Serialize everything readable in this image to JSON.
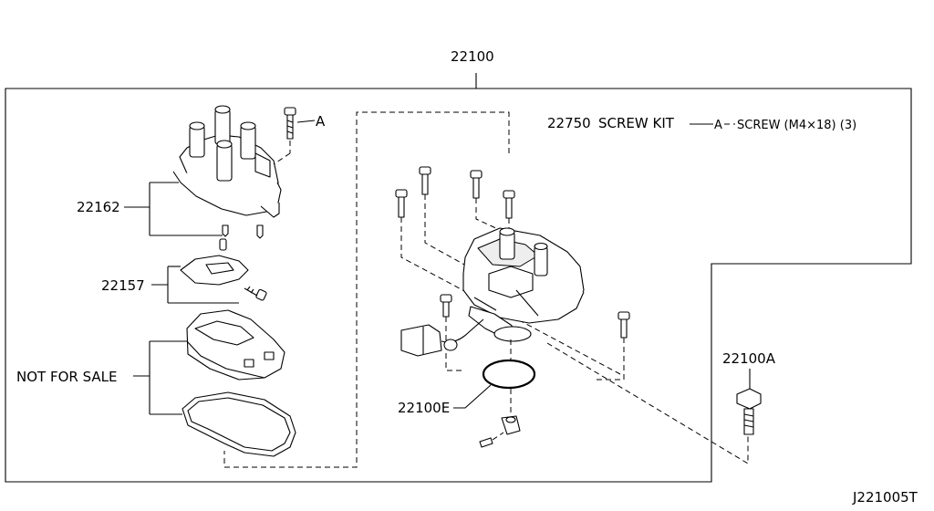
{
  "labels": {
    "assembly": "22100",
    "cap": "22162",
    "rotor": "22157",
    "not_for_sale": "NOT FOR SALE",
    "screw_kit_code": "22750",
    "screw_kit_name": "SCREW KIT",
    "screw_kit_ref": "A",
    "screw_kit_desc": "SCREW (M4×18) (3)",
    "callout_a": "A",
    "oring": "22100E",
    "bolt": "22100A",
    "diagram_id": "J221005T"
  }
}
